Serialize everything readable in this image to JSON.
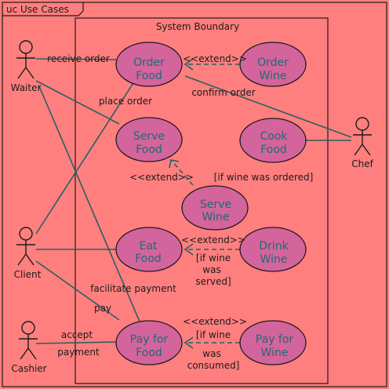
{
  "frame": {
    "title": "uc Use Cases"
  },
  "boundary": {
    "title": "System Boundary"
  },
  "actors": {
    "waiter": "Waiter",
    "chef": "Chef",
    "client": "Client",
    "cashier": "Cashier"
  },
  "use_cases": {
    "order_food": [
      "Order",
      "Food"
    ],
    "order_wine": [
      "Order",
      "Wine"
    ],
    "serve_food": [
      "Serve",
      "Food"
    ],
    "cook_food": [
      "Cook",
      "Food"
    ],
    "serve_wine": [
      "Serve",
      "Wine"
    ],
    "eat_food": [
      "Eat",
      "Food"
    ],
    "drink_wine": [
      "Drink",
      "Wine"
    ],
    "pay_for_food": [
      "Pay for",
      "Food"
    ],
    "pay_for_wine": [
      "Pay for",
      "Wine"
    ]
  },
  "labels": {
    "receive_order": "receive order",
    "place_order": "place order",
    "confirm_order": "confirm order",
    "extend": "<<extend>>",
    "if_wine_ordered": "[if wine was ordered]",
    "if_wine_served": [
      "[if wine",
      "was",
      "served]"
    ],
    "facilitate_payment": "facilitate payment",
    "pay": "pay",
    "accept": "accept",
    "payment": "payment",
    "if_wine_consumed": [
      "[if wine",
      "was",
      "consumed]"
    ]
  }
}
